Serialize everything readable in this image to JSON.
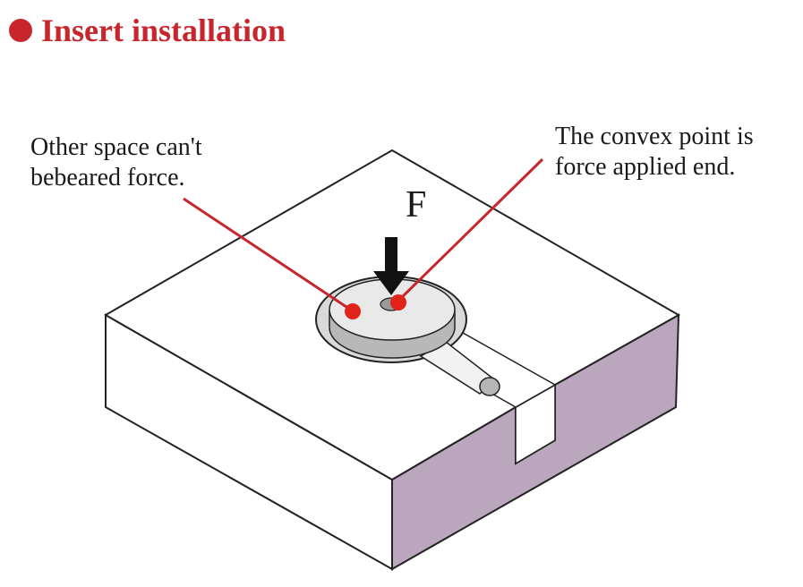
{
  "title": "Insert installation",
  "annotations": {
    "left_line1": "Other space can't",
    "left_line2": "bebeared force.",
    "right_line1": "The convex point is",
    "right_line2": "force applied end."
  },
  "force_label": "F",
  "colors": {
    "accent": "#c6262c",
    "side_face": "#bba7bd",
    "top_face": "#ffffff",
    "outline": "#222222"
  }
}
